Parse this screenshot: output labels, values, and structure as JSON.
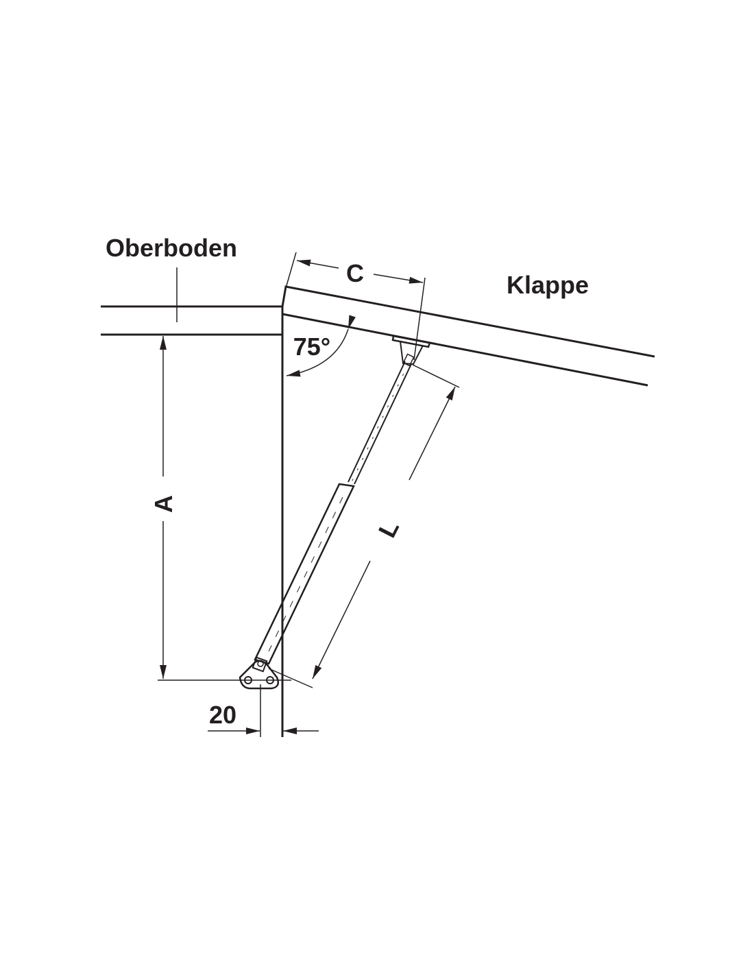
{
  "labels": {
    "top_panel": "Oberboden",
    "flap": "Klappe",
    "angle": "75°",
    "dim_c": "C",
    "dim_a": "A",
    "dim_l": "L",
    "dim_offset": "20"
  },
  "colors": {
    "line": "#231f20",
    "background": "#ffffff"
  }
}
